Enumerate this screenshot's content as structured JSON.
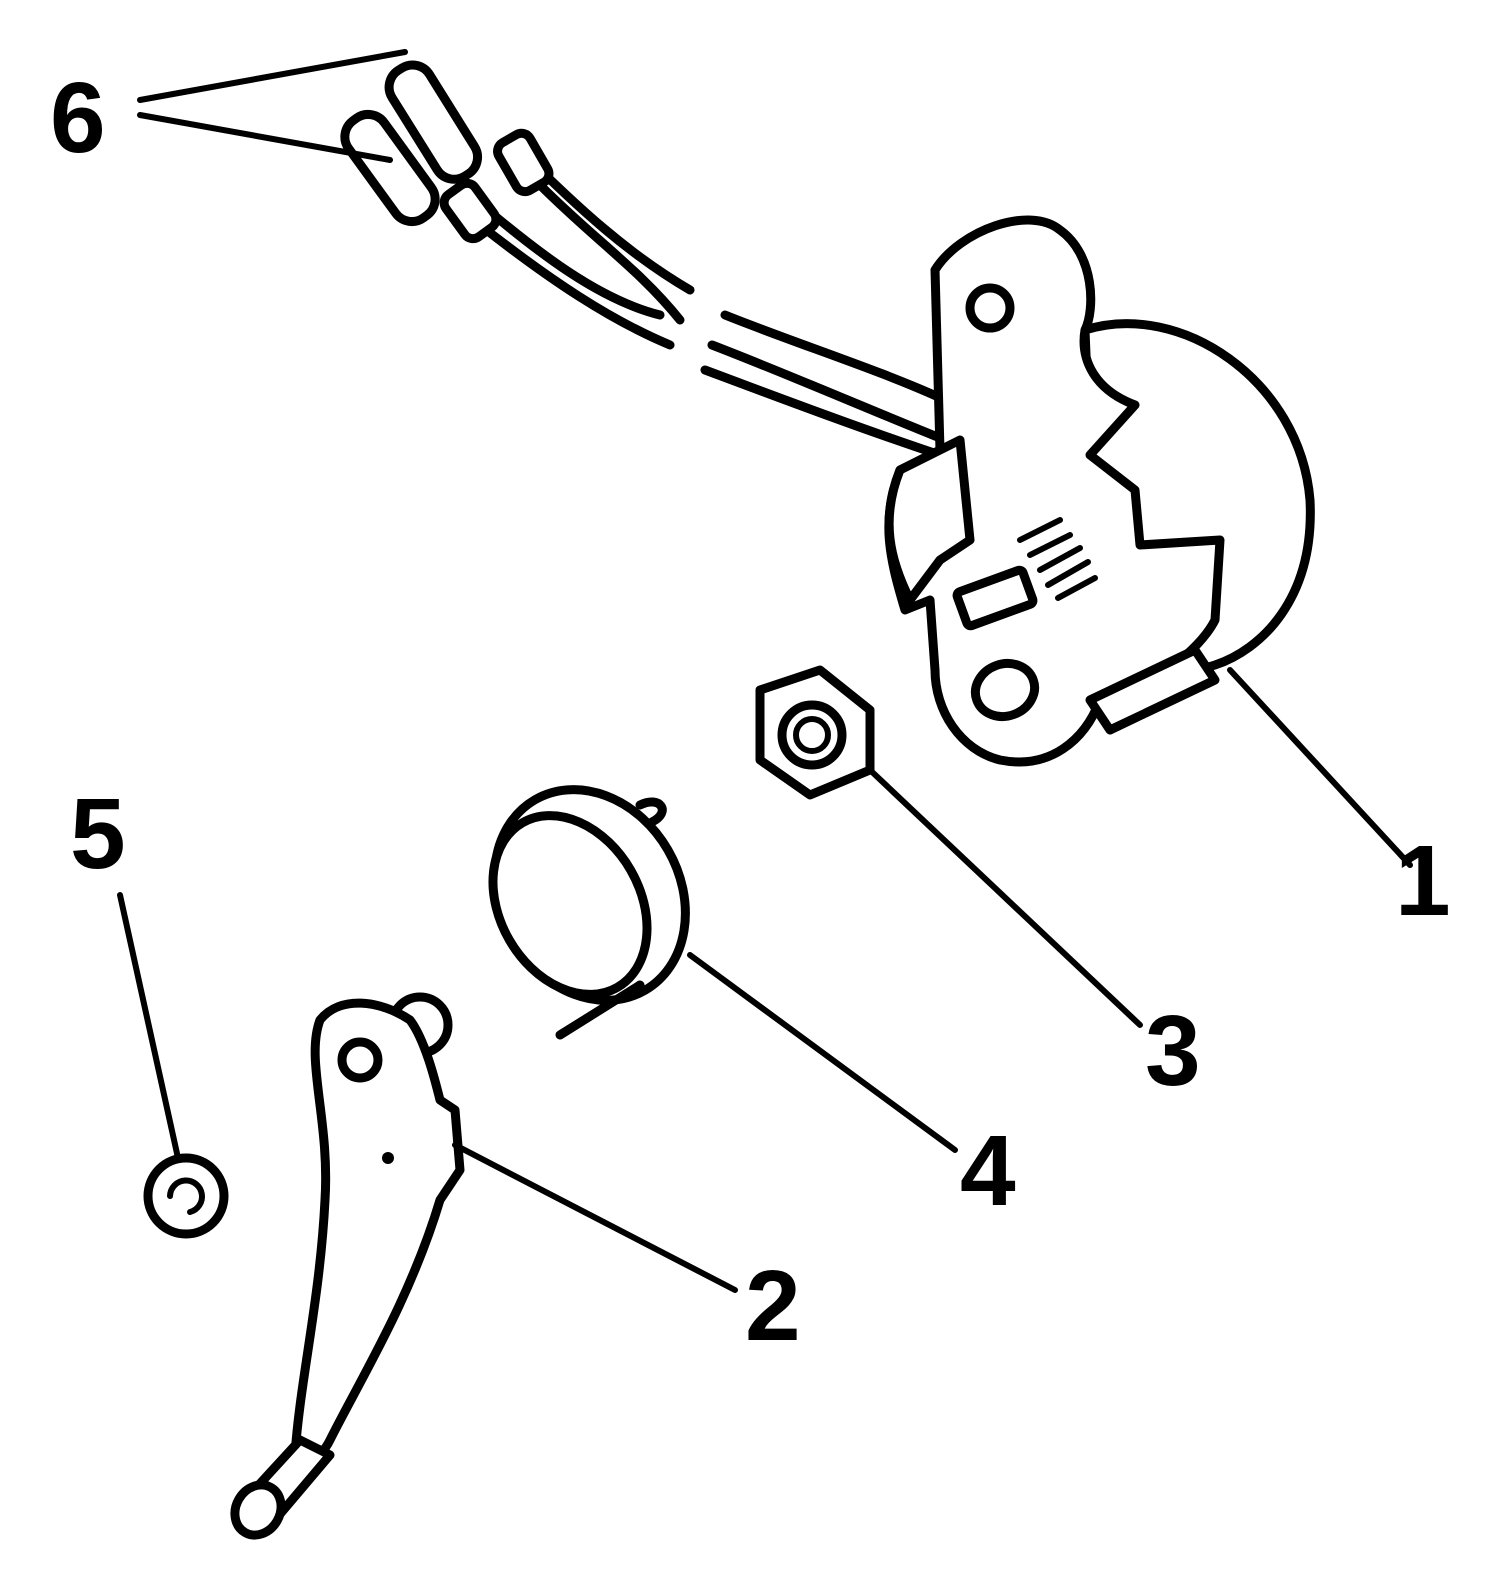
{
  "diagram": {
    "callouts": {
      "c1": "1",
      "c2": "2",
      "c3": "3",
      "c4": "4",
      "c5": "5",
      "c6": "6"
    },
    "colors": {
      "ink": "#000000",
      "paper": "#ffffff"
    }
  }
}
